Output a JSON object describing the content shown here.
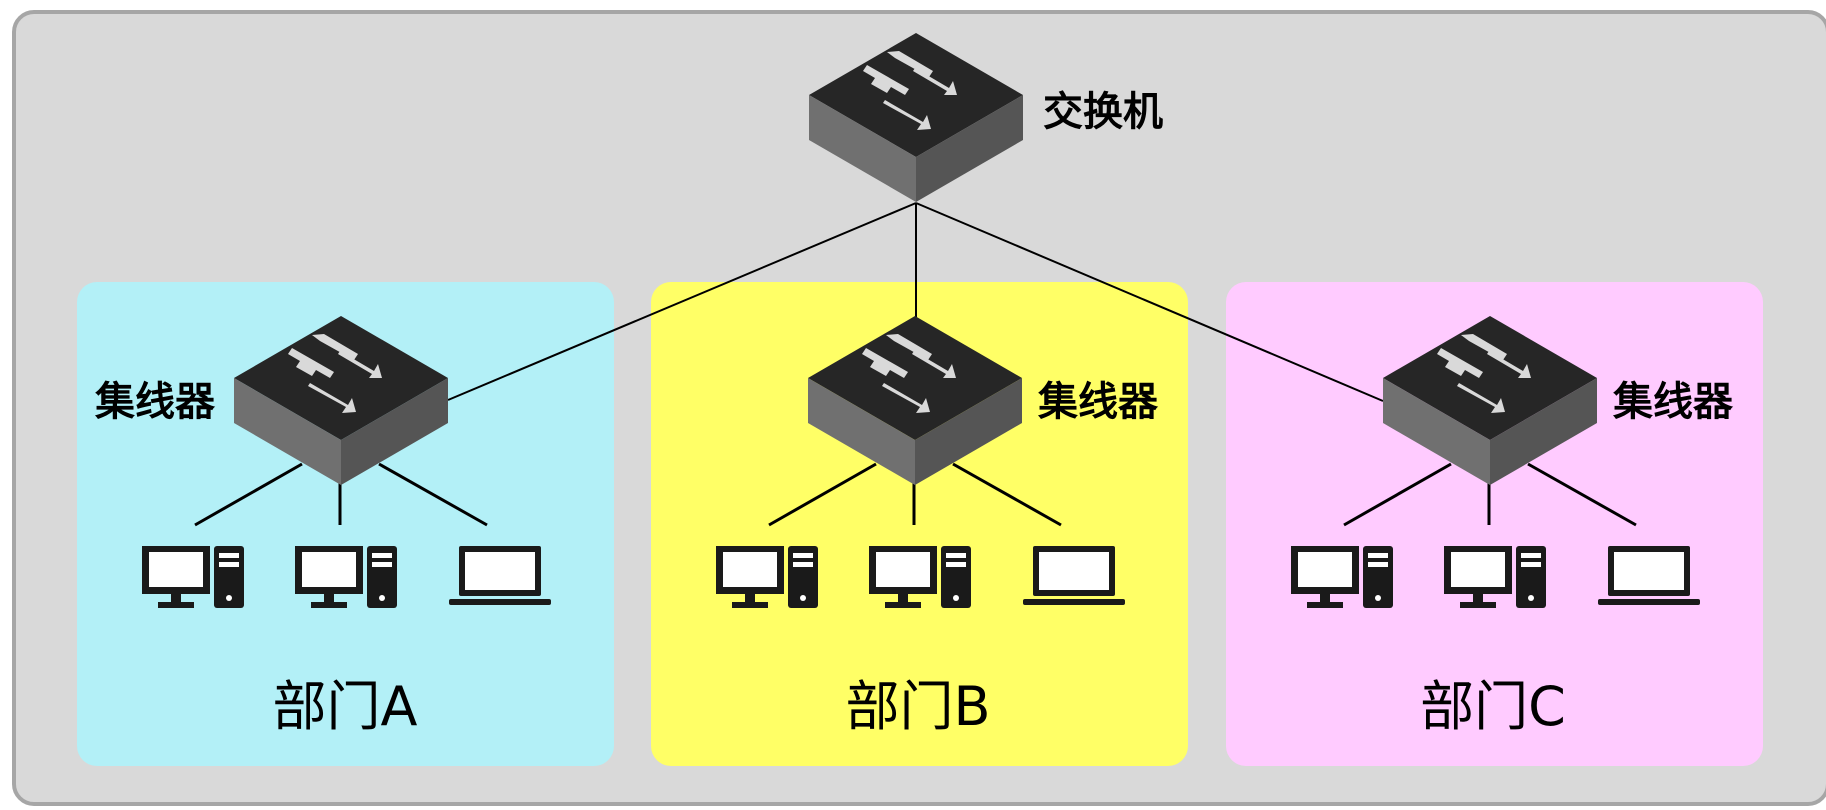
{
  "switch": {
    "label": "交换机"
  },
  "hubs": [
    {
      "label": "集线器"
    },
    {
      "label": "集线器"
    },
    {
      "label": "集线器"
    }
  ],
  "departments": [
    {
      "label": "部门A",
      "color": "#b3f0f7"
    },
    {
      "label": "部门B",
      "color": "#ffff66"
    },
    {
      "label": "部门C",
      "color": "#ffcbff"
    }
  ],
  "devices_per_department": [
    "desktop-computer",
    "desktop-computer",
    "laptop-computer"
  ],
  "colors": {
    "background": "#d9d9d9",
    "border": "#a6a6a6",
    "device_top": "#262626",
    "arrow": "#d9d9d9"
  }
}
